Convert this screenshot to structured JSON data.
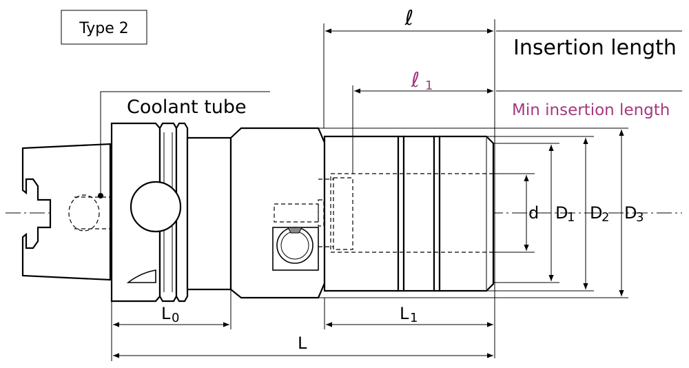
{
  "type_box": {
    "label": "Type 2"
  },
  "labels": {
    "l": "ℓ",
    "insertion_length": "Insertion length",
    "l1_main": "ℓ",
    "l1_sub": "1",
    "min_insertion_length": "Min insertion length",
    "coolant_tube": "Coolant tube",
    "d": "d",
    "D1_main": "D",
    "D1_sub": "1",
    "D2_main": "D",
    "D2_sub": "2",
    "D3_main": "D",
    "D3_sub": "3",
    "L0_main": "L",
    "L0_sub": "0",
    "L1_main": "L",
    "L1_sub": "1",
    "L": "L"
  },
  "colors": {
    "line": "#000000",
    "accent": "#a3397c",
    "background": "#ffffff"
  }
}
